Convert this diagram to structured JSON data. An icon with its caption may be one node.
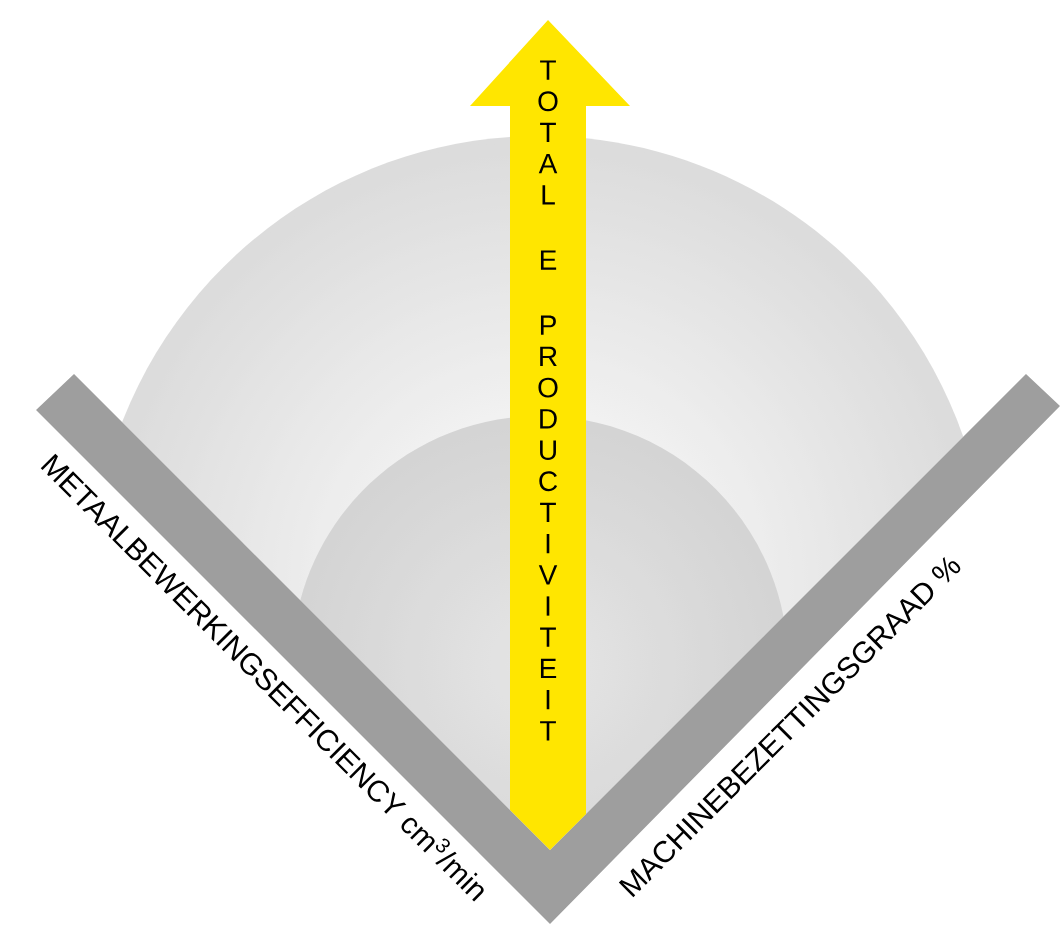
{
  "diagram": {
    "labels": [
      "TOTAL E PRODUCTIVITEIT",
      "METAALBEWERKINGSEFFICIENCY cm$^{3}$/min",
      "MACHINEBEZETTINGSGRAAD %"
    ]
  }
}
